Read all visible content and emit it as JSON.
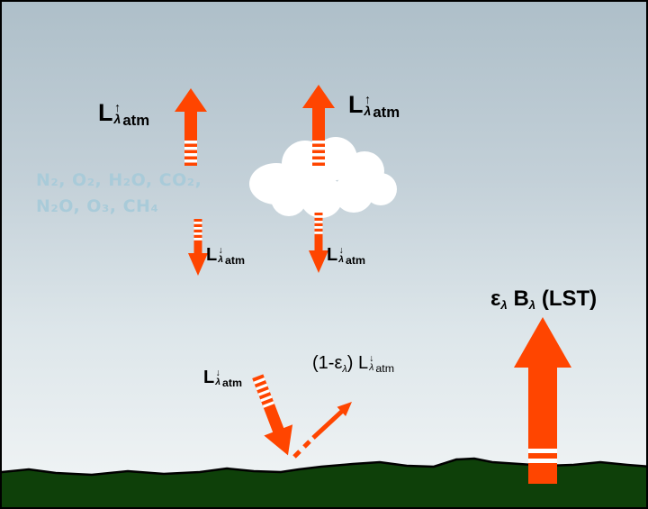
{
  "gases": {
    "line1": "N₂, O₂, H₂O, CO₂,",
    "line2": "N₂O, O₃, CH₄"
  },
  "labels": {
    "up_left": {
      "base": "L",
      "sup": "↑",
      "sub": "λ",
      "suffix": "atm"
    },
    "up_cloud": {
      "base": "L",
      "sup": "↑",
      "sub": "λ",
      "suffix": "atm"
    },
    "down_left": {
      "base": "L",
      "sup": "↓",
      "sub": "λ",
      "suffix": "atm"
    },
    "down_cloud": {
      "base": "L",
      "sup": "↓",
      "sub": "λ",
      "suffix": "atm"
    },
    "down_surface": {
      "base": "L",
      "sup": "↓",
      "sub": "λ",
      "suffix": "atm"
    },
    "reflected": {
      "open": "(1-ε",
      "sub1": "λ",
      "close": ")",
      "base": "L",
      "sup": "↓",
      "sub": "λ",
      "suffix": "atm"
    },
    "emission": {
      "epsilon": "ε",
      "sub1": "λ",
      "b": "B",
      "sub2": "λ",
      "lst": "(LST)"
    }
  },
  "colors": {
    "arrow": "#ff4500",
    "gas_text": "#a9cbd9",
    "ground": "#0e4009",
    "sky_top": "#aebfc9",
    "sky_bottom": "#f2f5f6",
    "cloud": "#ffffff"
  }
}
